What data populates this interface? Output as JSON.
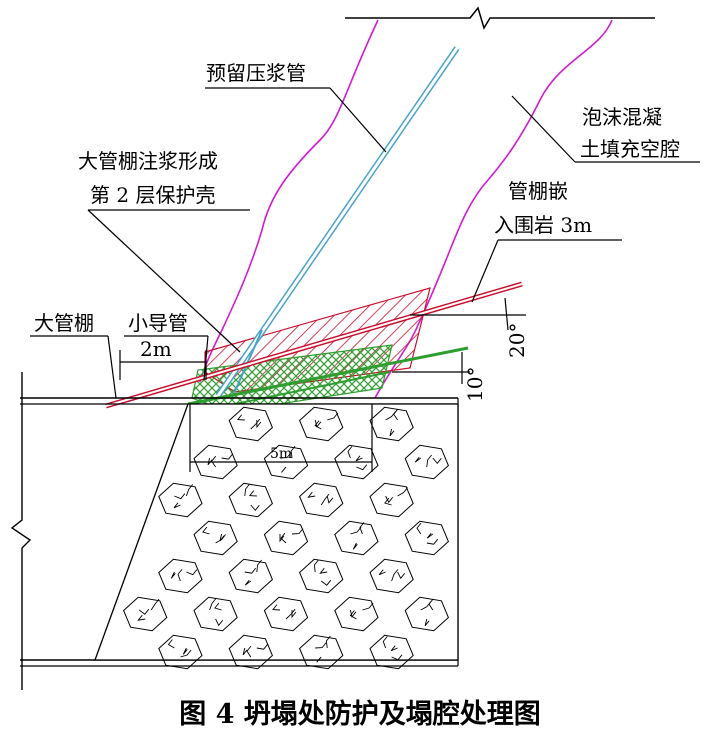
{
  "labels": {
    "grouting_pipe": "预留压浆管",
    "foam_concrete_1": "泡沫混凝",
    "foam_concrete_2": "土填充空腔",
    "shell_1": "大管棚注浆形成",
    "shell_2": "第 2 层保护壳",
    "embed_1": "管棚嵌",
    "embed_2": "入围岩 3m",
    "pipe_roof": "大管棚",
    "small_pipe": "小导管",
    "dim_2m": "2m",
    "dim_5m": "5m",
    "angle_20": "20°",
    "angle_10": "10°"
  },
  "caption": "图 4   坍塌处防护及塌腔处理图",
  "colors": {
    "line": "#000000",
    "magenta": "#d21bd2",
    "pipe_roof": "#c8102e",
    "hatch_red": "#c8102e",
    "hatch_green": "#2e9e2e",
    "grout_pipe": "#4aa3c8"
  }
}
